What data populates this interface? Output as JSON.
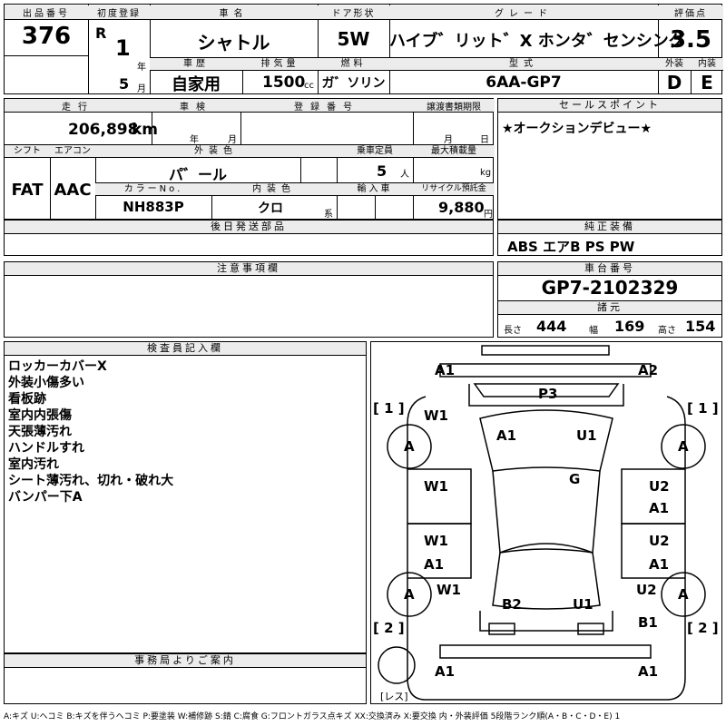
{
  "top": {
    "lot_label": "出品番号",
    "lot": "376",
    "reg_label": "初度登録",
    "era": "R",
    "year": "1",
    "year_unit": "年",
    "month": "5",
    "month_unit": "月",
    "name_label": "車名",
    "name": "シャトル",
    "door_label": "ドア形状",
    "door": "5W",
    "grade_label": "グレード",
    "grade": "ハイブ゛リット゛X ホンタ゛センシング",
    "score_label": "評価点",
    "score": "3.5",
    "history_label": "車歴",
    "history": "自家用",
    "disp_label": "排気量",
    "disp": "1500",
    "disp_unit": "cc",
    "fuel_label": "燃料",
    "fuel": "ガ゛ソリン",
    "model_label": "型式",
    "model": "6AA-GP7",
    "ext_label": "外装",
    "ext": "D",
    "int_label": "内装",
    "int": "E"
  },
  "row2": {
    "mileage_label": "走行",
    "mileage": "206,898",
    "mileage_unit": "km",
    "inspect_label": "車検",
    "inspect_year_unit": "年",
    "inspect_month_unit": "月",
    "regno_label": "登録番号",
    "transfer_label": "譲渡書類期限",
    "transfer_month_unit": "月",
    "transfer_day_unit": "日",
    "shift_label": "シフト",
    "shift": "FAT",
    "ac_label": "エアコン",
    "ac": "AAC",
    "color_label": "外装色",
    "color": "パ゛ール",
    "seats_label": "乗車定員",
    "seats": "5",
    "seats_unit": "人",
    "load_label": "最大積載量",
    "load_unit": "kg",
    "colorno_label": "カラーNo.",
    "colorno": "NH883P",
    "intcolor_label": "内装色",
    "intcolor": "クロ",
    "intcolor_unit": "系",
    "import_label": "輸入車",
    "recycle_label": "リサイクル預託金",
    "recycle": "9,880",
    "recycle_unit": "円"
  },
  "selling": {
    "label": "セールスポイント",
    "text": "★オークションデビュー★"
  },
  "parts": {
    "label": "後日発送部品"
  },
  "equip": {
    "label": "純正装備",
    "text": "ABS エアB PS PW"
  },
  "caution": {
    "label": "注意事項欄"
  },
  "chassis": {
    "label": "車台番号",
    "value": "GP7-2102329",
    "dims_label": "諸元",
    "len_label": "長さ",
    "len": "444",
    "wid_label": "幅",
    "wid": "169",
    "hei_label": "高さ",
    "hei": "154"
  },
  "inspector": {
    "label": "検査員記入欄",
    "notes": [
      "ロッカーカバーX",
      "外装小傷多い",
      "看板跡",
      "室内内張傷",
      "天張薄汚れ",
      "ハンドルすれ",
      "室内汚れ",
      "シート薄汚れ、切れ・破れ大",
      "バンパー下A"
    ]
  },
  "office": {
    "label": "事務局よりご案内"
  },
  "diagram": {
    "labels": [
      "A1",
      "A2",
      "P3",
      "W1",
      "A1",
      "U1",
      "G",
      "W1",
      "U2",
      "A1",
      "W1",
      "U2",
      "A1",
      "A1",
      "W1",
      "U2",
      "B2",
      "U1",
      "B1",
      "A1",
      "A1",
      "A",
      "A",
      "A",
      "A"
    ],
    "bracket1_l": "[ 1 ]",
    "bracket1_r": "[ 1 ]",
    "bracket2_l": "[ 2 ]",
    "bracket2_r": "[ 2 ]",
    "spare": "[レス]"
  },
  "legend": "A:キズ U:ヘコミ B:キズを伴うヘコミ P:要塗装 W:補修跡 S:錆 C:腐食 G:フロントガラス点キズ XX:交換済み X:要交換 内・外装評価 5段階ランク順(A・B・C・D・E) 1"
}
